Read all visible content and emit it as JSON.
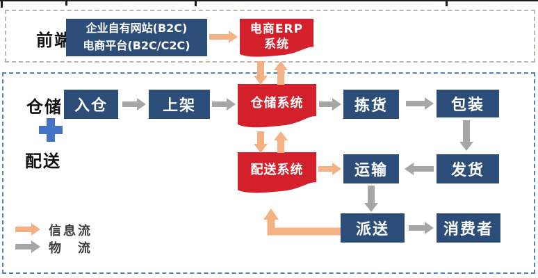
{
  "frontend": {
    "label": "前端",
    "channels": [
      "企业自有网站(B2C)",
      "电商平台(B2C/C2C)"
    ],
    "erp": [
      "电商ERP",
      "系统"
    ]
  },
  "warehouse": {
    "label_warehouse": "仓储",
    "label_delivery": "配送",
    "nodes": {
      "inbound": "入仓",
      "shelving": "上架",
      "wms": "仓储系统",
      "picking": "拣货",
      "packing": "包装",
      "shipping": "发货",
      "transport": "运输",
      "tms": "配送系统",
      "dispatch": "派送",
      "consumer": "消费者"
    }
  },
  "legend": {
    "info_flow": "信息流",
    "logistics": "物　流"
  },
  "colors": {
    "node_navy": "#2B4D78",
    "system_red": "#D3202A",
    "info_flow_orange": "#F4B183",
    "logistics_gray": "#A6A6A6",
    "frame_blue_dashed": "#4F81BD",
    "frame_gray_dashed": "#B8B8AA",
    "plus_blue": "#4472C4"
  }
}
